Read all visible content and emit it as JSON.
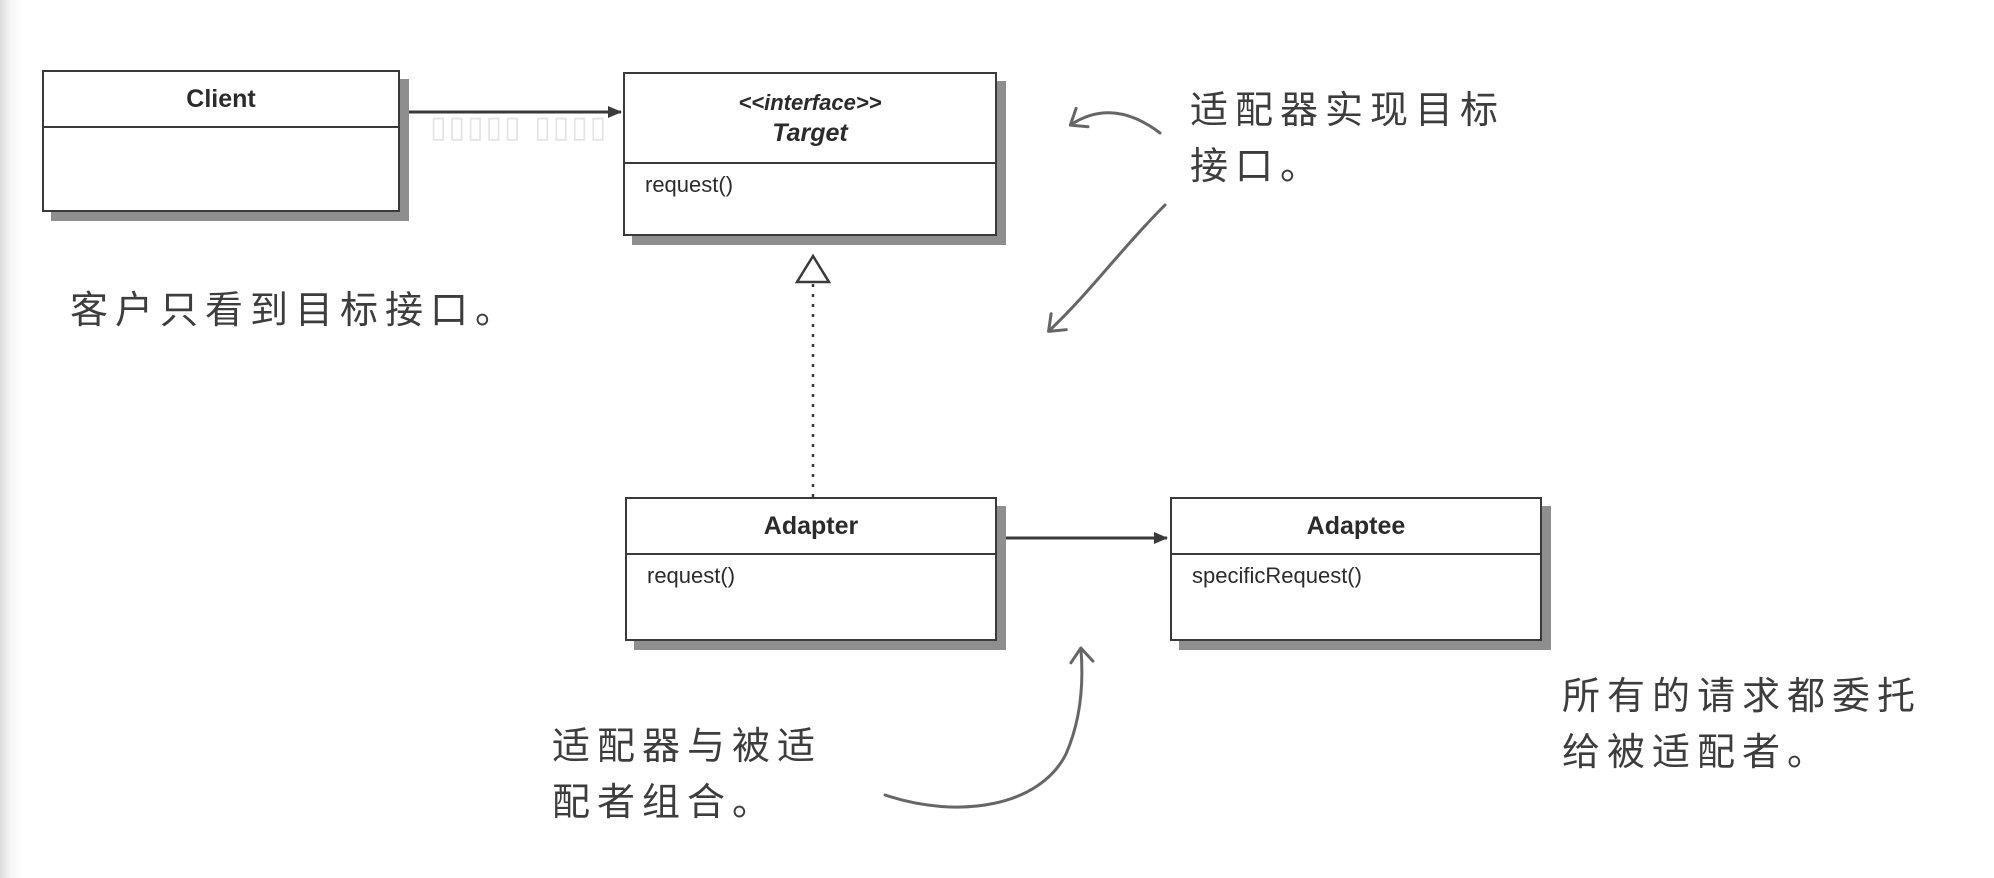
{
  "classes": {
    "client": {
      "name": "Client"
    },
    "target": {
      "stereotype": "<<interface>>",
      "name": "Target",
      "method": "request()"
    },
    "adapter": {
      "name": "Adapter",
      "method": "request()"
    },
    "adaptee": {
      "name": "Adaptee",
      "method": "specificRequest()"
    }
  },
  "relationships": [
    {
      "from": "Client",
      "to": "Target",
      "kind": "association"
    },
    {
      "from": "Adapter",
      "to": "Target",
      "kind": "realization"
    },
    {
      "from": "Adapter",
      "to": "Adaptee",
      "kind": "association"
    }
  ],
  "annotations": {
    "adapter_implements": "适配器实现目标\n接口。",
    "client_sees": "客户只看到目标接口。",
    "composition": "适配器与被适\n配者组合。",
    "delegation": "所有的请求都委托\n给被适配者。"
  },
  "colors": {
    "line": "#3a3a3a",
    "shadow": "#8e8e8e",
    "annotation": "#3d3d3d",
    "pencil_arrow": "#666666"
  }
}
